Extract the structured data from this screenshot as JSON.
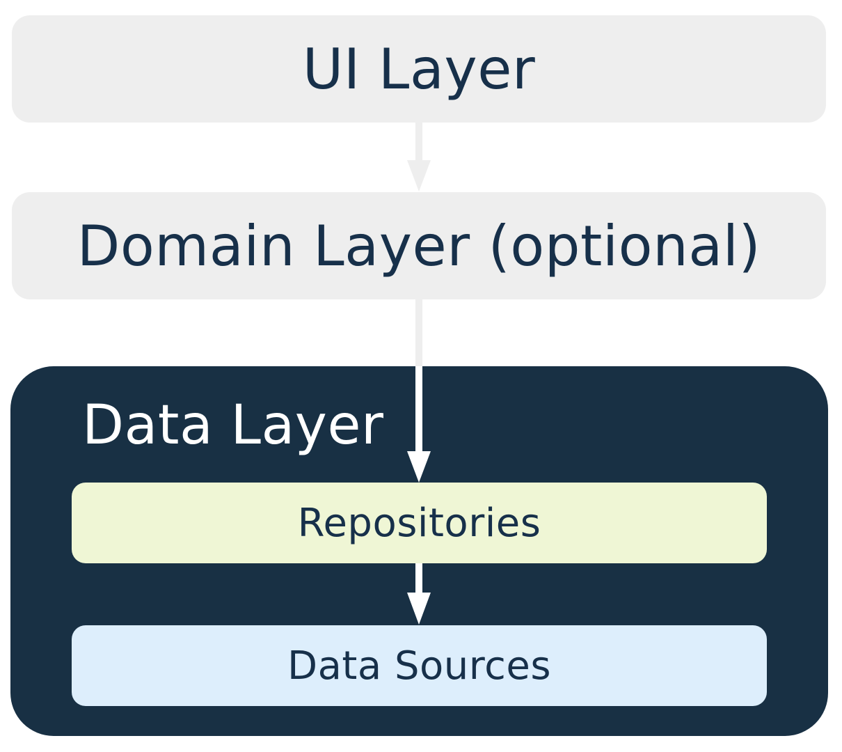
{
  "diagram": {
    "ui_layer": "UI Layer",
    "domain_layer": "Domain Layer (optional)",
    "data_layer": {
      "title": "Data Layer",
      "repositories": "Repositories",
      "data_sources": "Data Sources"
    }
  },
  "colors": {
    "light_box": "#eeeeee",
    "dark_container": "#183044",
    "repositories_fill": "#eff6d5",
    "data_sources_fill": "#ddeefc",
    "text_dark": "#17304a",
    "text_light": "#ffffff",
    "arrow_light": "#eeeeee"
  }
}
